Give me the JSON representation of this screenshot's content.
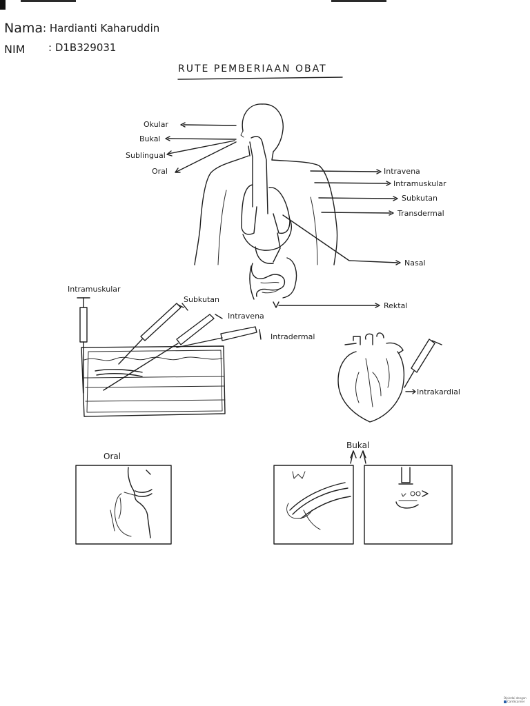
{
  "header": {
    "name_label": "Nama",
    "name_value": ": Hardianti Kaharuddin",
    "nim_label": "NIM",
    "nim_value": ": D1B329031"
  },
  "title": "RUTE PEMBERIAAN OBAT",
  "body_diagram": {
    "left_labels": [
      "Okular",
      "Bukal",
      "Sublingual",
      "Oral"
    ],
    "right_labels": [
      "Intravena",
      "Intramuskular",
      "Subkutan",
      "Transdermal",
      "Nasal",
      "Rektal"
    ]
  },
  "injection_diagram": {
    "labels": [
      "Intramuskular",
      "Subkutan",
      "Intravena",
      "Intradermal"
    ]
  },
  "heart_diagram": {
    "label": "Intrakardial"
  },
  "oral_panel": {
    "label": "Oral"
  },
  "bukal_panel": {
    "label": "Bukal"
  },
  "scanner_badge": {
    "line1": "Dipindai dengan",
    "line2": "CamScanner"
  },
  "colors": {
    "ink": "#1d1d1d",
    "paper": "#ffffff"
  }
}
